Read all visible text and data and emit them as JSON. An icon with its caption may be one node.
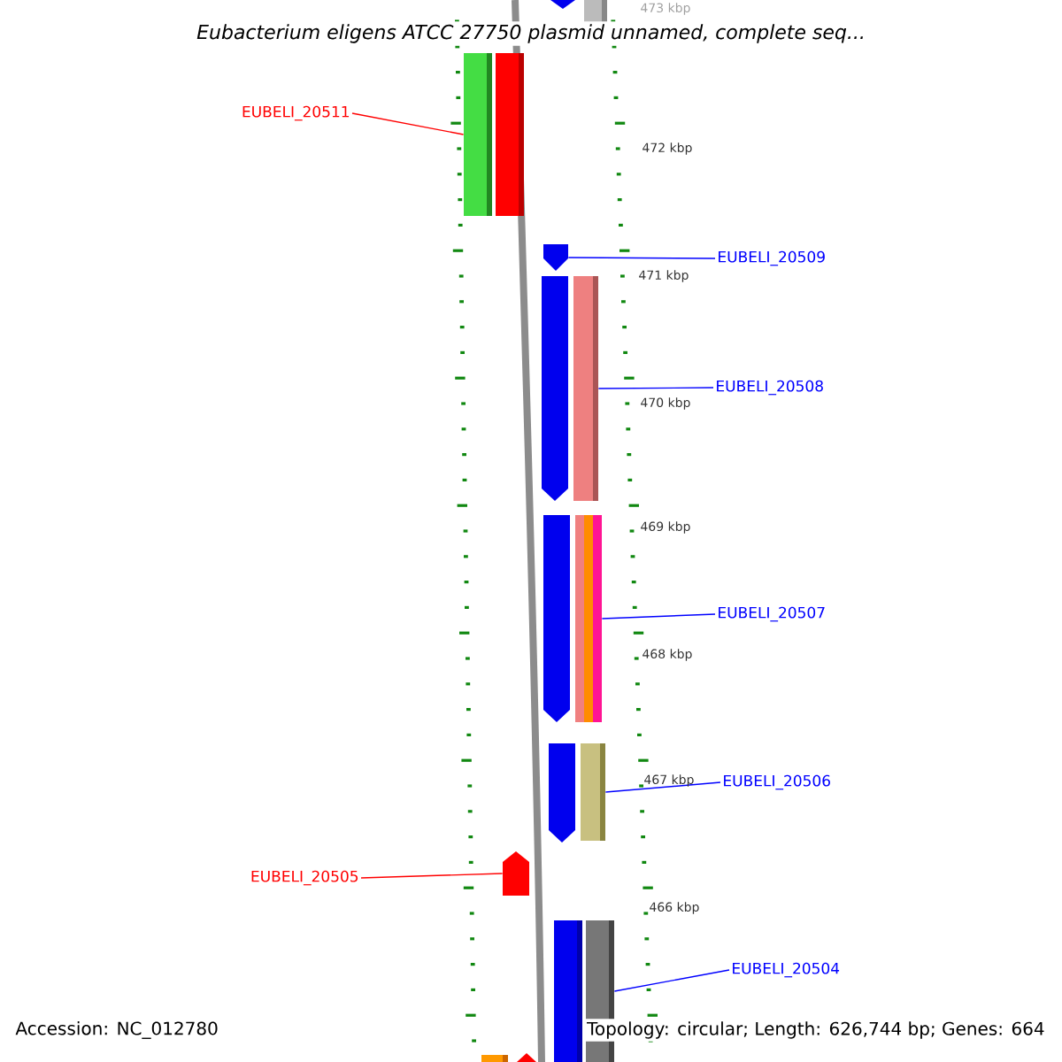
{
  "diagram": {
    "title": "Eubacterium eligens ATCC 27750 plasmid unnamed, complete seq...",
    "nodes": [
      {
        "text": [],
        "shape": "pentagon"
      },
      {
        "text": [],
        "shape": "bar"
      },
      {
        "text": [
          "EUBELI_20511"
        ]
      },
      {
        "text": [],
        "shape": "bar"
      },
      {
        "text": [],
        "shape": "bar"
      },
      {
        "text": [
          "EUBELI_20509"
        ]
      },
      {
        "text": [],
        "shape": "pentagon"
      },
      {
        "text": [],
        "shape": "pentagon"
      },
      {
        "text": [],
        "shape": "bar"
      },
      {
        "text": [
          "EUBELI_20508"
        ]
      },
      {
        "text": [],
        "shape": "pentagon"
      },
      {
        "text": [],
        "shape": "bar"
      },
      {
        "text": [
          "EUBELI_20507"
        ]
      },
      {
        "text": [],
        "shape": "pentagon"
      },
      {
        "text": [],
        "shape": "bar"
      },
      {
        "text": [
          "EUBELI_20506"
        ]
      },
      {
        "text": [
          "EUBELI_20505"
        ]
      },
      {
        "text": [],
        "shape": "pentagon"
      },
      {
        "text": [],
        "shape": "bar"
      },
      {
        "text": [],
        "shape": "bar"
      },
      {
        "text": [
          "EUBELI_20504"
        ]
      },
      {
        "text": [],
        "shape": "bar"
      },
      {
        "text": [],
        "shape": "pentagon"
      }
    ],
    "edges": [
      {
        "from": 2,
        "to": 3,
        "arrow": "none",
        "color": "#ff0000"
      },
      {
        "from": 5,
        "to": 6,
        "arrow": "none"
      },
      {
        "from": 9,
        "to": 8,
        "arrow": "none"
      },
      {
        "from": 12,
        "to": 11,
        "arrow": "none"
      },
      {
        "from": 15,
        "to": 14,
        "arrow": "none"
      },
      {
        "from": 16,
        "to": 17,
        "arrow": "none",
        "color": "#ff0000"
      },
      {
        "from": 20,
        "to": 19,
        "arrow": "none"
      }
    ],
    "labels": [
      "473 kbp",
      "472 kbp",
      "471 kbp",
      "470 kbp",
      "469 kbp",
      "468 kbp",
      "467 kbp",
      "466 kbp",
      "Accession: NC_012780",
      "Topology: circular; Length: 626,744 bp; Genes: 664"
    ]
  }
}
